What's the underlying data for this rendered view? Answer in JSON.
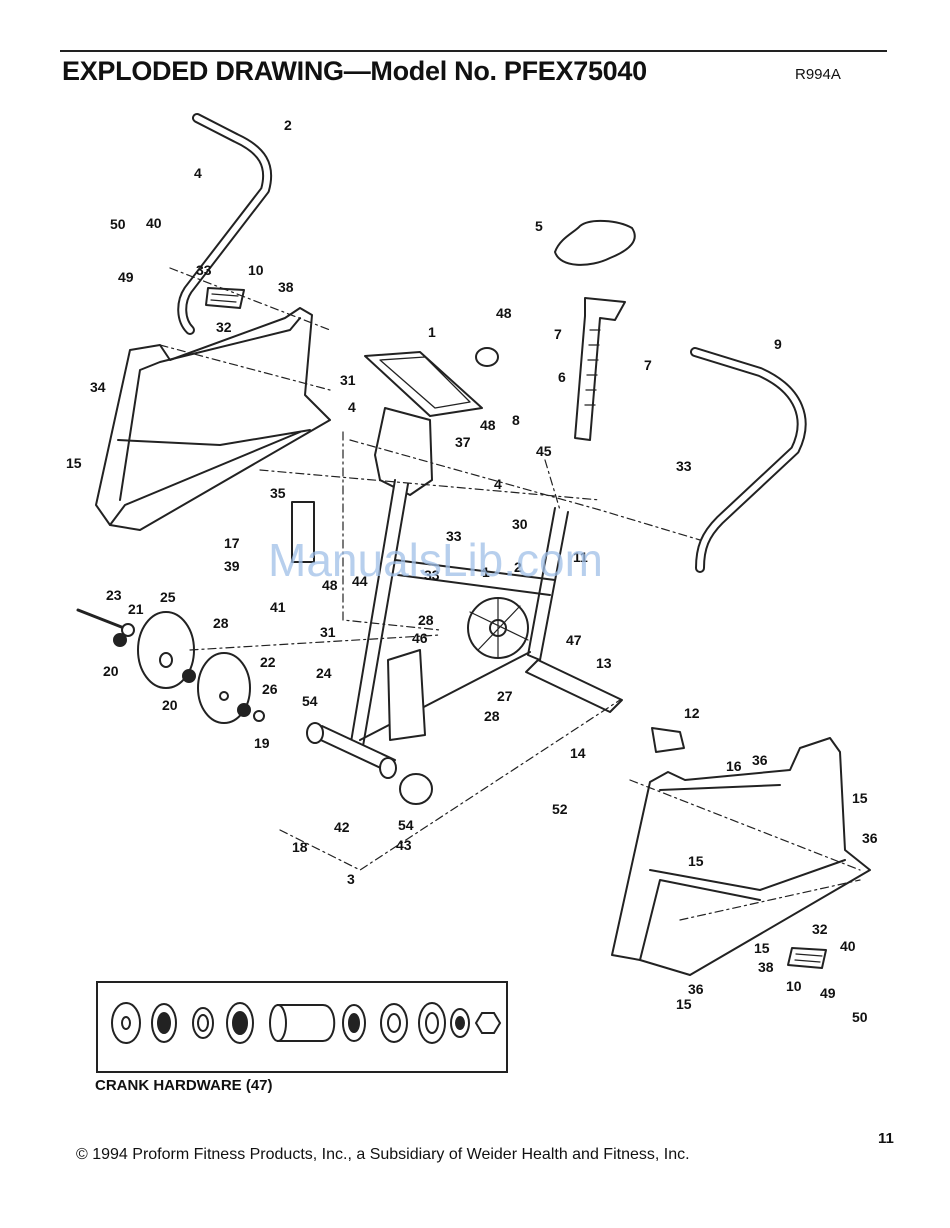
{
  "header": {
    "title": "EXPLODED DRAWING—Model No. PFEX75040",
    "code": "R994A"
  },
  "watermark": "ManualsLib.com",
  "callouts": [
    {
      "id": "c-2a",
      "label": "2"
    },
    {
      "id": "c-4a",
      "label": "4"
    },
    {
      "id": "c-50a",
      "label": "50"
    },
    {
      "id": "c-40a",
      "label": "40"
    },
    {
      "id": "c-49a",
      "label": "49"
    },
    {
      "id": "c-33a",
      "label": "33"
    },
    {
      "id": "c-10a",
      "label": "10"
    },
    {
      "id": "c-38a",
      "label": "38"
    },
    {
      "id": "c-32a",
      "label": "32"
    },
    {
      "id": "c-34",
      "label": "34"
    },
    {
      "id": "c-15a",
      "label": "15"
    },
    {
      "id": "c-1a",
      "label": "1"
    },
    {
      "id": "c-48a",
      "label": "48"
    },
    {
      "id": "c-31a",
      "label": "31"
    },
    {
      "id": "c-48b",
      "label": "48"
    },
    {
      "id": "c-37",
      "label": "37"
    },
    {
      "id": "c-4b",
      "label": "4"
    },
    {
      "id": "c-5",
      "label": "5"
    },
    {
      "id": "c-7a",
      "label": "7"
    },
    {
      "id": "c-7b",
      "label": "7"
    },
    {
      "id": "c-6",
      "label": "6"
    },
    {
      "id": "c-8",
      "label": "8"
    },
    {
      "id": "c-45",
      "label": "45"
    },
    {
      "id": "c-9",
      "label": "9"
    },
    {
      "id": "c-33b",
      "label": "33"
    },
    {
      "id": "c-4c",
      "label": "4"
    },
    {
      "id": "c-33c",
      "label": "33"
    },
    {
      "id": "c-30",
      "label": "30"
    },
    {
      "id": "c-11",
      "label": "11"
    },
    {
      "id": "c-35",
      "label": "35"
    },
    {
      "id": "c-17",
      "label": "17"
    },
    {
      "id": "c-39",
      "label": "39"
    },
    {
      "id": "c-48c",
      "label": "48"
    },
    {
      "id": "c-44",
      "label": "44"
    },
    {
      "id": "c-33d",
      "label": "33"
    },
    {
      "id": "c-1b",
      "label": "1"
    },
    {
      "id": "c-2b",
      "label": "2"
    },
    {
      "id": "c-41",
      "label": "41"
    },
    {
      "id": "c-23",
      "label": "23"
    },
    {
      "id": "c-21",
      "label": "21"
    },
    {
      "id": "c-25",
      "label": "25"
    },
    {
      "id": "c-28a",
      "label": "28"
    },
    {
      "id": "c-28b",
      "label": "28"
    },
    {
      "id": "c-31b",
      "label": "31"
    },
    {
      "id": "c-46",
      "label": "46"
    },
    {
      "id": "c-47",
      "label": "47"
    },
    {
      "id": "c-13",
      "label": "13"
    },
    {
      "id": "c-20a",
      "label": "20"
    },
    {
      "id": "c-22",
      "label": "22"
    },
    {
      "id": "c-24",
      "label": "24"
    },
    {
      "id": "c-26",
      "label": "26"
    },
    {
      "id": "c-27",
      "label": "27"
    },
    {
      "id": "c-28c",
      "label": "28"
    },
    {
      "id": "c-20b",
      "label": "20"
    },
    {
      "id": "c-19",
      "label": "19"
    },
    {
      "id": "c-12",
      "label": "12"
    },
    {
      "id": "c-54a",
      "label": "54"
    },
    {
      "id": "c-14",
      "label": "14"
    },
    {
      "id": "c-16",
      "label": "16"
    },
    {
      "id": "c-36a",
      "label": "36"
    },
    {
      "id": "c-15b",
      "label": "15"
    },
    {
      "id": "c-54b",
      "label": "54"
    },
    {
      "id": "c-52",
      "label": "52"
    },
    {
      "id": "c-42",
      "label": "42"
    },
    {
      "id": "c-18",
      "label": "18"
    },
    {
      "id": "c-43",
      "label": "43"
    },
    {
      "id": "c-3",
      "label": "3"
    },
    {
      "id": "c-36b",
      "label": "36"
    },
    {
      "id": "c-15c",
      "label": "15"
    },
    {
      "id": "c-15d",
      "label": "15"
    },
    {
      "id": "c-32b",
      "label": "32"
    },
    {
      "id": "c-38b",
      "label": "38"
    },
    {
      "id": "c-40b",
      "label": "40"
    },
    {
      "id": "c-10b",
      "label": "10"
    },
    {
      "id": "c-49b",
      "label": "49"
    },
    {
      "id": "c-50b",
      "label": "50"
    },
    {
      "id": "c-36c",
      "label": "36"
    },
    {
      "id": "c-15e",
      "label": "15"
    }
  ],
  "crank_label": "CRANK HARDWARE (47)",
  "page_number": "11",
  "copyright": "© 1994 Proform Fitness Products, Inc., a Subsidiary of Weider Health and Fitness, Inc."
}
